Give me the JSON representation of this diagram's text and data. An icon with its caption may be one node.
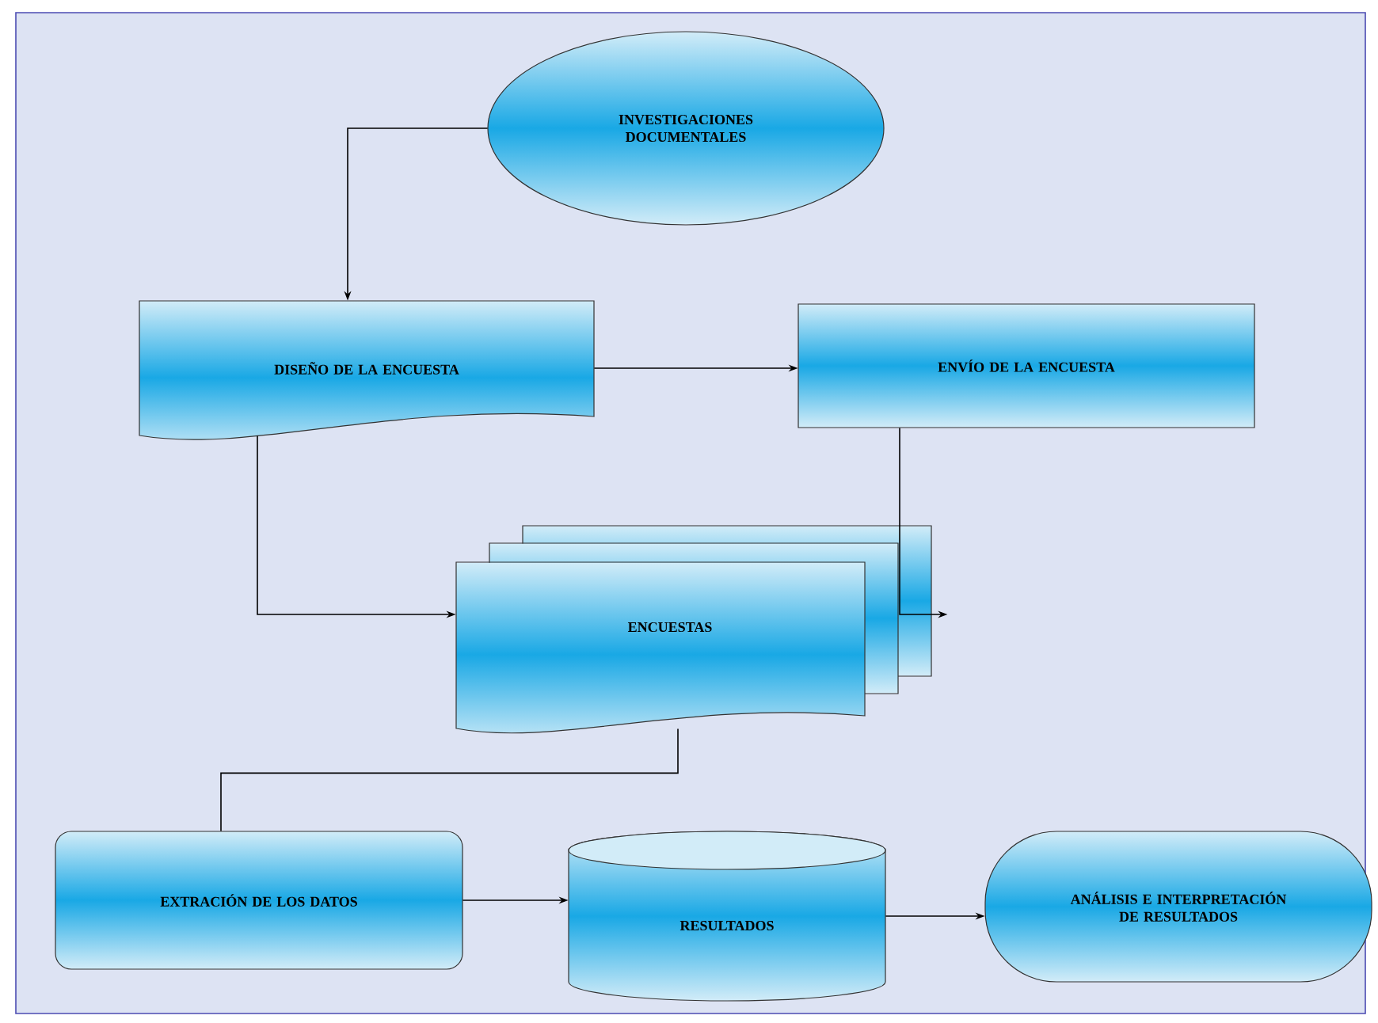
{
  "diagram": {
    "nodes": [
      {
        "text": [
          "INVESTIGACIONES DOCUMENTALES"
        ]
      },
      {
        "text": [
          "DISEÑO DE LA ENCUESTA"
        ]
      },
      {
        "text": [
          "ENVÍO DE LA ENCUESTA"
        ]
      },
      {
        "text": [
          "ENCUESTAS"
        ]
      },
      {
        "text": [
          "EXTRACIÓN DE LOS DATOS"
        ]
      },
      {
        "text": [
          "RESULTADOS"
        ]
      },
      {
        "text": [
          "ANÁLISIS E INTERPRETACIÓN DE RESULTADOS"
        ]
      }
    ],
    "edges": [
      {
        "from": 0,
        "to": 1,
        "arrow": "to"
      },
      {
        "from": 1,
        "to": 2,
        "arrow": "to"
      },
      {
        "from": 1,
        "to": 3,
        "arrow": "to"
      },
      {
        "from": 2,
        "to": 3,
        "arrow": "to"
      },
      {
        "from": 3,
        "to": 4,
        "arrow": "none"
      },
      {
        "from": 4,
        "to": 5,
        "arrow": "to"
      },
      {
        "from": 5,
        "to": 6,
        "arrow": "to"
      }
    ]
  }
}
